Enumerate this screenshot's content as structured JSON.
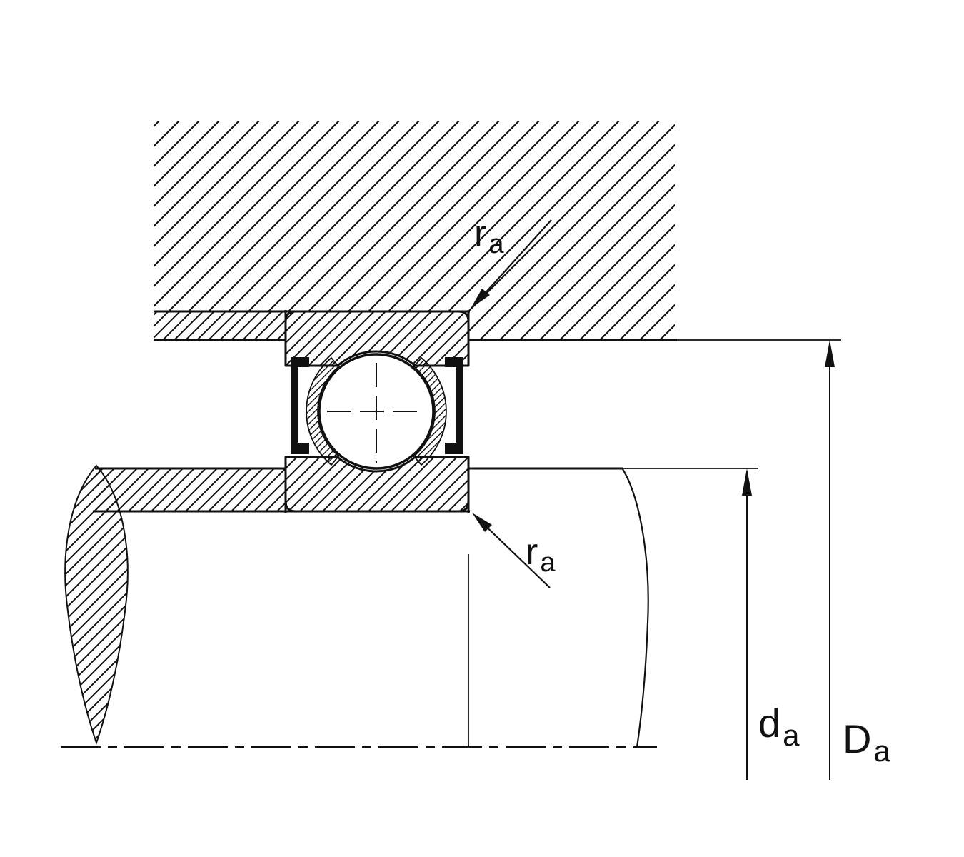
{
  "diagram": {
    "ink": "#111111",
    "background": "#ffffff",
    "labels": {
      "ra_top": {
        "main": "r",
        "sub": "a"
      },
      "ra_bottom": {
        "main": "r",
        "sub": "a"
      },
      "da": {
        "main": "d",
        "sub": "a"
      },
      "Da": {
        "main": "D",
        "sub": "a"
      }
    }
  }
}
